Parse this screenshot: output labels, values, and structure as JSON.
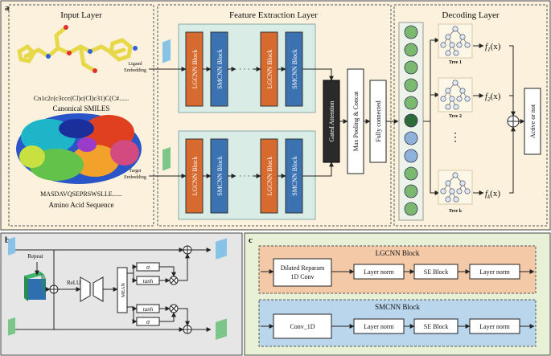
{
  "panel_a": {
    "letter": "a",
    "input_title": "Input Layer",
    "feature_title": "Feature Extraction Layer",
    "decoding_title": "Decoding Layer",
    "smiles": "Cn1c2c(c3ccc(Cl)c(Cl)c31)C(C#......",
    "smiles_label": "Canonical SMILES",
    "sequence": "MASDAVQSEPRSWSLLE......",
    "sequence_label": "Amino Acid Sequence",
    "ligand_embed_1": "Ligand",
    "ligand_embed_2": "Embedding",
    "target_embed_1": "Target",
    "target_embed_2": "Embedding",
    "lgcnn": "LGCNN Block",
    "smcnn": "SMCNN Block",
    "ellipsis": "· · ·",
    "gated_attention": "Gated Attention",
    "max_pooling": "Max Pooling & Concat",
    "fully_connected": "Fully connected",
    "trees": [
      "Tree 1",
      "Tree 2",
      "Tree k"
    ],
    "f1": "f",
    "f1_sub": "1",
    "f2": "f",
    "f2_sub": "2",
    "fk": "f",
    "fk_sub": "k",
    "fx": "(x)",
    "vdots": "⋮",
    "active": "Active or not"
  },
  "panel_b": {
    "letter": "b",
    "repeat": "Repeat",
    "relu": "ReLU",
    "mean": "MEAN",
    "sigma": "σ",
    "tanh": "tanh"
  },
  "panel_c": {
    "letter": "c",
    "lgcnn_title": "LGCNN Block",
    "lgcnn_blocks": [
      "Dilated Reparam",
      "1D Conv"
    ],
    "smcnn_title": "SMCNN Block",
    "conv": "Conv_1D",
    "layer_norm": "Layer norm",
    "se_block": "SE Block"
  },
  "colors": {
    "panel_a_bg": "#fbf1dc",
    "feature_inner": "#d9ece6",
    "lgcnn": "#d76b2f",
    "smcnn": "#3b72b2",
    "node": "#7ab96f",
    "node_dark": "#2e6b3a",
    "node_blue": "#8fb2d9",
    "panel_b_bg": "#e6e6e6",
    "panel_c_bg": "#e8f0d6",
    "lgcnn_box": "#f4c9a8",
    "smcnn_box": "#b9d6ec",
    "tree_node": "#dfe8f5"
  }
}
